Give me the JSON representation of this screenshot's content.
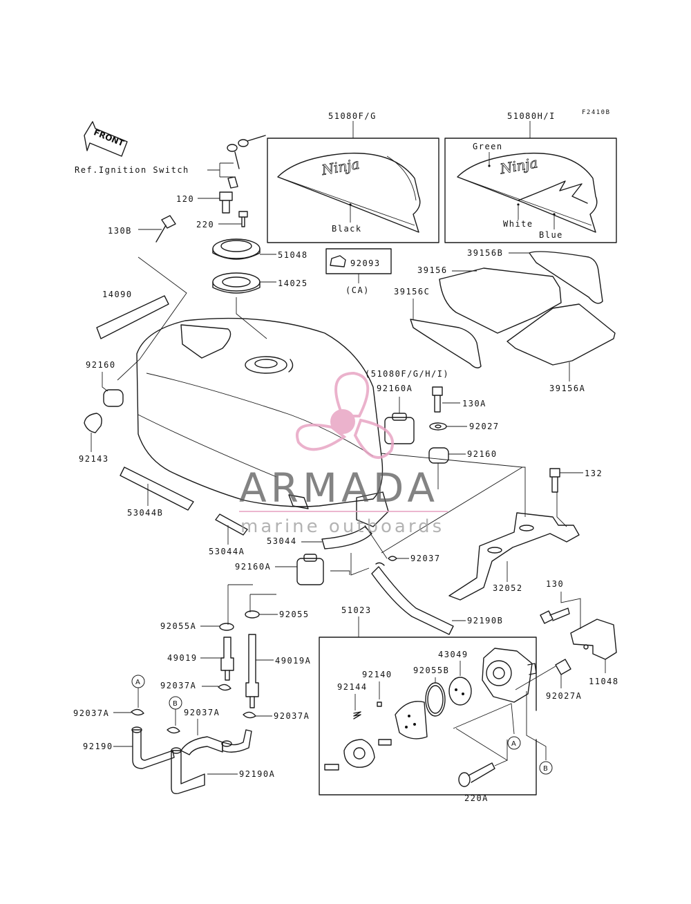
{
  "figure_code": "F2410B",
  "front_label": "FRONT",
  "ref_note": "Ref.Ignition Switch",
  "watermark": {
    "name": "ARMADA",
    "tagline": "marine outboards",
    "color": "#e8a5c4"
  },
  "decal_sets": {
    "left": "51080F/G",
    "right": "51080H/I",
    "tank_ref": "(51080F/G/H/I)"
  },
  "logo_text": "Ninja",
  "colors": {
    "black": "Black",
    "green": "Green",
    "white": "White",
    "blue": "Blue"
  },
  "region_note": "(CA)",
  "callouts": {
    "a": "A",
    "b": "B"
  },
  "parts": {
    "p120": "120",
    "p130b": "130B",
    "p220": "220",
    "p51048": "51048",
    "p14025": "14025",
    "p92093": "92093",
    "p14090": "14090",
    "p92160": "92160",
    "p92143": "92143",
    "p53044b": "53044B",
    "p53044a": "53044A",
    "p53044": "53044",
    "p92160a_top": "92160A",
    "p92160a_bot": "92160A",
    "p130a": "130A",
    "p92027": "92027",
    "p92160_r": "92160",
    "p132": "132",
    "p32052": "32052",
    "p92037": "92037",
    "p39156b": "39156B",
    "p39156": "39156",
    "p39156c": "39156C",
    "p39156a": "39156A",
    "p92055a": "92055A",
    "p92055": "92055",
    "p49019": "49019",
    "p49019a": "49019A",
    "p92037a_1": "92037A",
    "p92037a_2": "92037A",
    "p92037a_3": "92037A",
    "p92037a_4": "92037A",
    "p92190": "92190",
    "p92190a": "92190A",
    "p92190b": "92190B",
    "p51023": "51023",
    "p43049": "43049",
    "p92055b": "92055B",
    "p92140": "92140",
    "p92144": "92144",
    "p130": "130",
    "p11048": "11048",
    "p92027a": "92027A",
    "p220a": "220A"
  }
}
